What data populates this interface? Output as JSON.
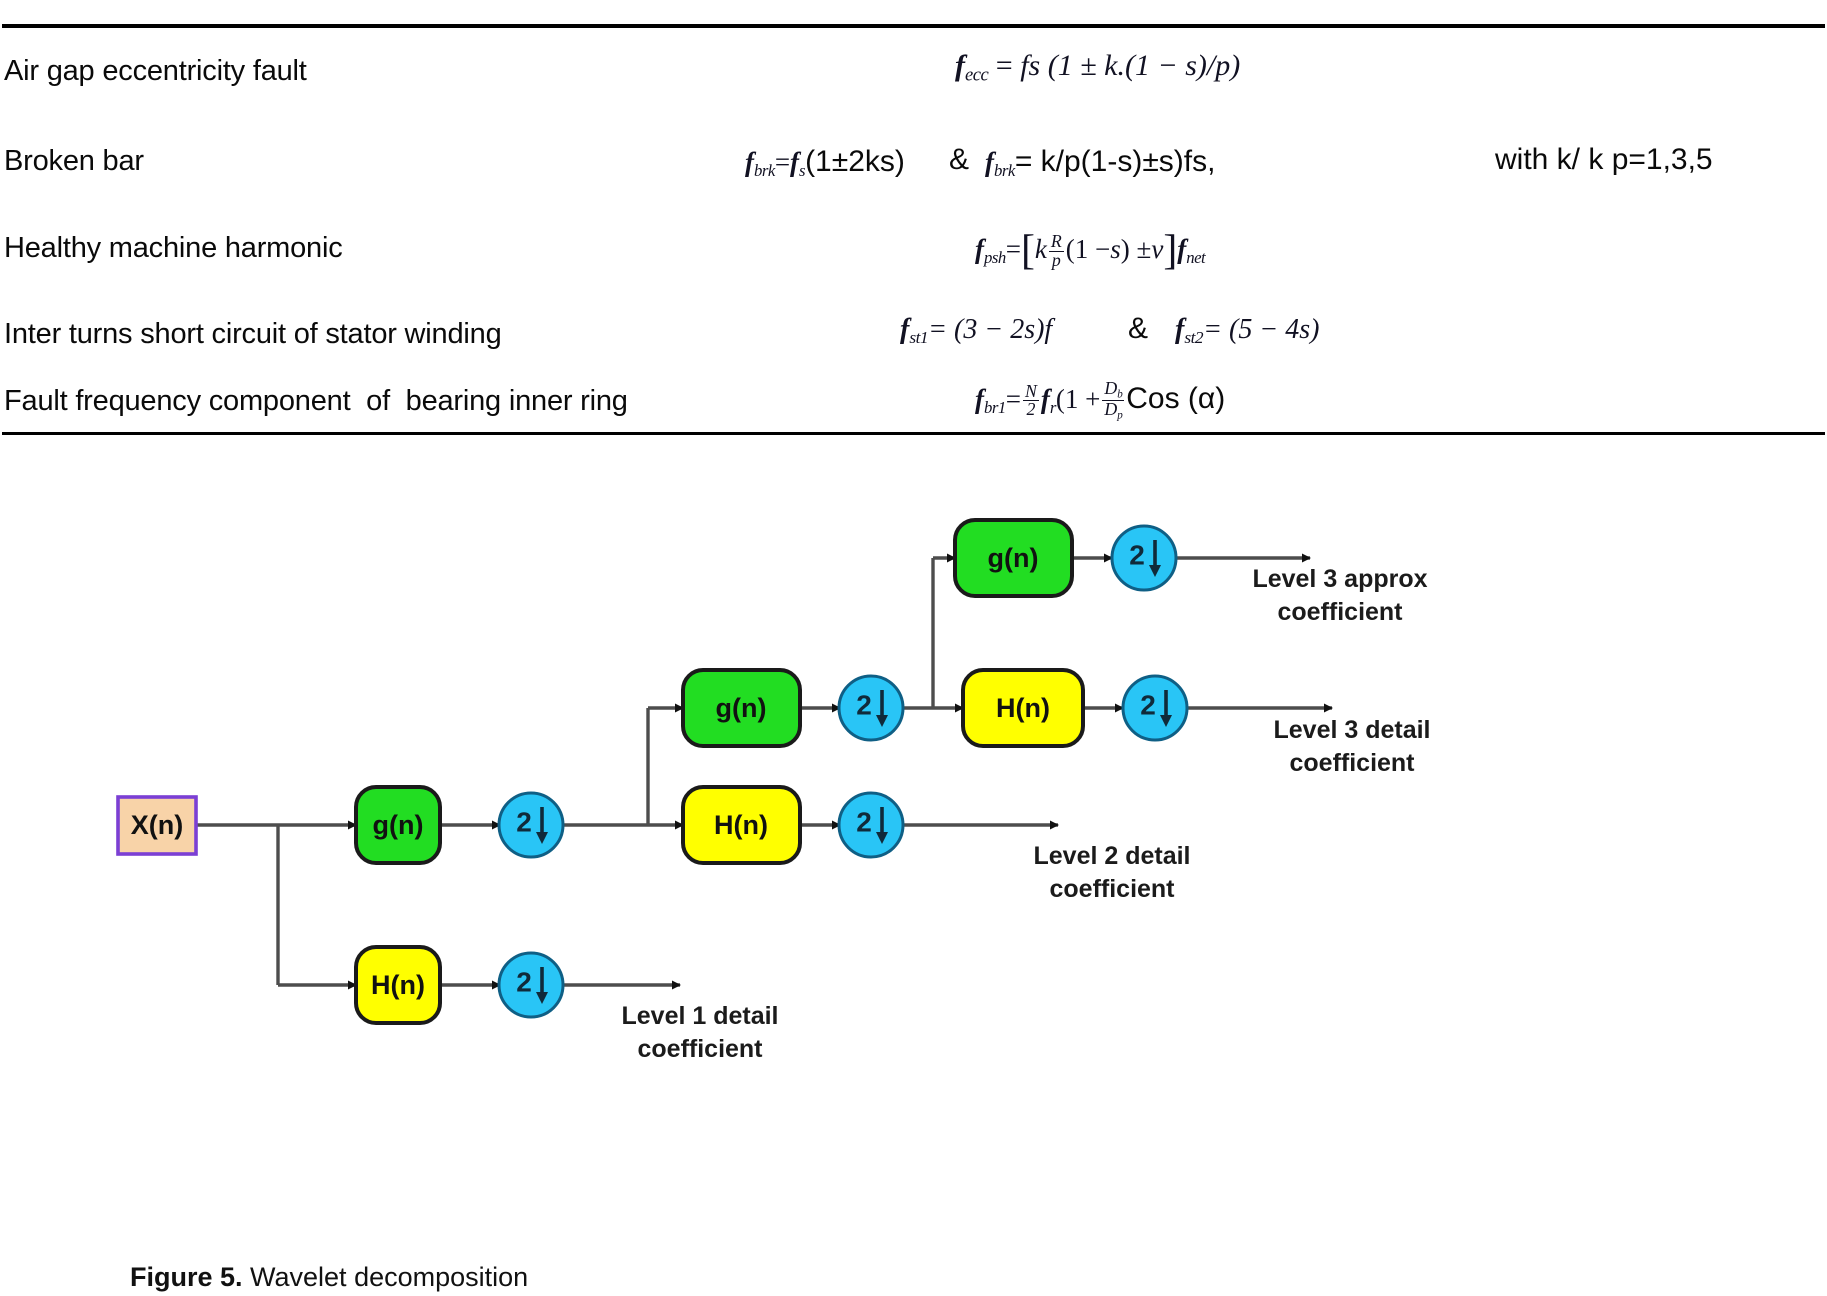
{
  "formula_table": {
    "rows": [
      {
        "label": "Air gap eccentricity fault",
        "formula_plain": "fecc = fs (1 ± k.(1 − s)/p)",
        "parts": {
          "lhs_f": "f",
          "lhs_sub": "ecc",
          "eq": "=",
          "rhs": "fs (1 ± k.(1 − s)/p)"
        }
      },
      {
        "label": "Broken bar",
        "formula_plain": "fbrk = fs(1 ± 2ks) & fbrk = k/p(1-s)±s)fs,    with k/ k p=1,3,5",
        "parts": {
          "f1": "f",
          "f1_sub": "brk",
          "f1_eq": "=",
          "f1_rhs_italic": "f",
          "f1_rhs_sub": "s",
          "f1_tail": "(1±2ks)",
          "amp": "&",
          "f2": "f",
          "f2_sub": "brk",
          "f2_rhs": "= k/p(1-s)±s)fs,",
          "note": "with k/ k p=1,3,5"
        }
      },
      {
        "label": "Healthy machine harmonic",
        "formula_plain": "fpsh = [k (R/p) (1 − s) ± v] fnet",
        "parts": {
          "lhs_f": "f",
          "lhs_sub": "psh",
          "eq": "=",
          "k": "k",
          "frac_num": "R",
          "frac_den": "p",
          "mid": "(1 −",
          "s": "s",
          "pm": ") ±",
          "v": "v",
          "tail_f": "f",
          "tail_sub": "net"
        }
      },
      {
        "label": "Inter turns short circuit of stator winding",
        "formula_plain": "fst1 = (3 − 2s)f  &  fst2 = (5 − 4s)",
        "parts": {
          "f1": "f",
          "f1_sub": "st1",
          "f1_rhs": "= (3 − 2s)f",
          "amp": "&",
          "f2": "f",
          "f2_sub": "st2",
          "f2_rhs": "= (5 − 4s)"
        }
      },
      {
        "label": "Fault frequency component  of  bearing inner ring",
        "formula_plain": "fbr1 = (N/2) fr (1 + (Db/Dp) Cos (α)",
        "parts": {
          "lhs_f": "f",
          "lhs_sub": "br1",
          "eq": "=",
          "frac1_num": "N",
          "frac1_den": "2",
          "fr": "f",
          "fr_sub": "r",
          "mid": "(1 +",
          "frac2_num": "D",
          "frac2_num_sub": "b",
          "frac2_den": "D",
          "frac2_den_sub": "p",
          "cos": "Cos (α)"
        }
      }
    ]
  },
  "diagram": {
    "title": "Wavelet decomposition tree",
    "input_node": {
      "label": "X(n)",
      "fill": "#F8D3A8",
      "stroke": "#7B3FD4"
    },
    "colors": {
      "highpass_fill": "#22DD22",
      "highpass_stroke": "#1a1a1a",
      "lowpass_fill": "#FFFF00",
      "lowpass_stroke": "#1a1a1a",
      "downsample_fill": "#29C5F6",
      "downsample_stroke": "#0f5f85",
      "line": "#4d4d4d",
      "arrow": "#111111"
    },
    "nodes": [
      {
        "id": "g1",
        "label": "g(n)",
        "kind": "highpass"
      },
      {
        "id": "h1",
        "label": "H(n)",
        "kind": "lowpass"
      },
      {
        "id": "g2",
        "label": "g(n)",
        "kind": "highpass"
      },
      {
        "id": "h2",
        "label": "H(n)",
        "kind": "lowpass"
      },
      {
        "id": "g3",
        "label": "g(n)",
        "kind": "highpass"
      },
      {
        "id": "h3",
        "label": "H(n)",
        "kind": "lowpass"
      }
    ],
    "downsamplers": [
      {
        "id": "d-g1",
        "label": "2"
      },
      {
        "id": "d-h1",
        "label": "2"
      },
      {
        "id": "d-g2",
        "label": "2"
      },
      {
        "id": "d-h2",
        "label": "2"
      },
      {
        "id": "d-g3",
        "label": "2"
      },
      {
        "id": "d-h3",
        "label": "2"
      }
    ],
    "outputs": [
      {
        "id": "out-l3a",
        "line1": "Level 3 approx",
        "line2": "coefficient"
      },
      {
        "id": "out-l3d",
        "line1": "Level 3 detail",
        "line2": "coefficient"
      },
      {
        "id": "out-l2d",
        "line1": "Level 2 detail",
        "line2": "coefficient"
      },
      {
        "id": "out-l1d",
        "line1": "Level 1 detail",
        "line2": "coefficient"
      }
    ]
  },
  "figure_caption": {
    "bold_prefix": "Figure 5.",
    "text": " Wavelet decomposition"
  }
}
